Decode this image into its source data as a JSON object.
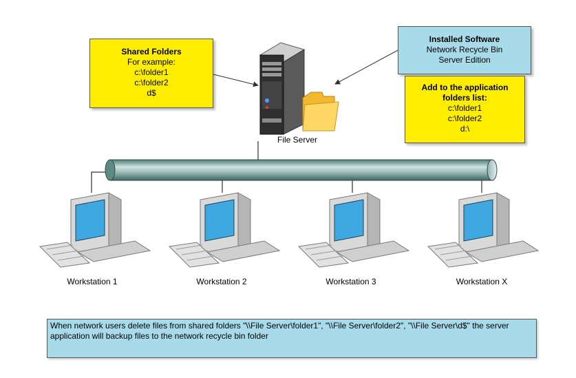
{
  "shared_folders": {
    "title": "Shared Folders",
    "lines": [
      "For example:",
      "c:\\folder1",
      "c:\\folder2",
      "d$"
    ]
  },
  "installed_software": {
    "title": "Installed Software",
    "lines": [
      "Network Recycle Bin",
      "Server Edition"
    ]
  },
  "app_folders": {
    "title_line1": "Add to the application",
    "title_line2": "folders list:",
    "lines": [
      "c:\\folder1",
      "c:\\folder2",
      "d:\\"
    ]
  },
  "server": {
    "label": "File Server"
  },
  "workstations": [
    {
      "label": "Workstation 1"
    },
    {
      "label": "Workstation 2"
    },
    {
      "label": "Workstation 3"
    },
    {
      "label": "Workstation X"
    }
  ],
  "note": {
    "text": "When network users delete files from shared folders \"\\\\File Server\\folder1\", \"\\\\File Server\\folder2\", \"\\\\File Server\\d$\" the server application will backup files to the network recycle bin folder"
  }
}
